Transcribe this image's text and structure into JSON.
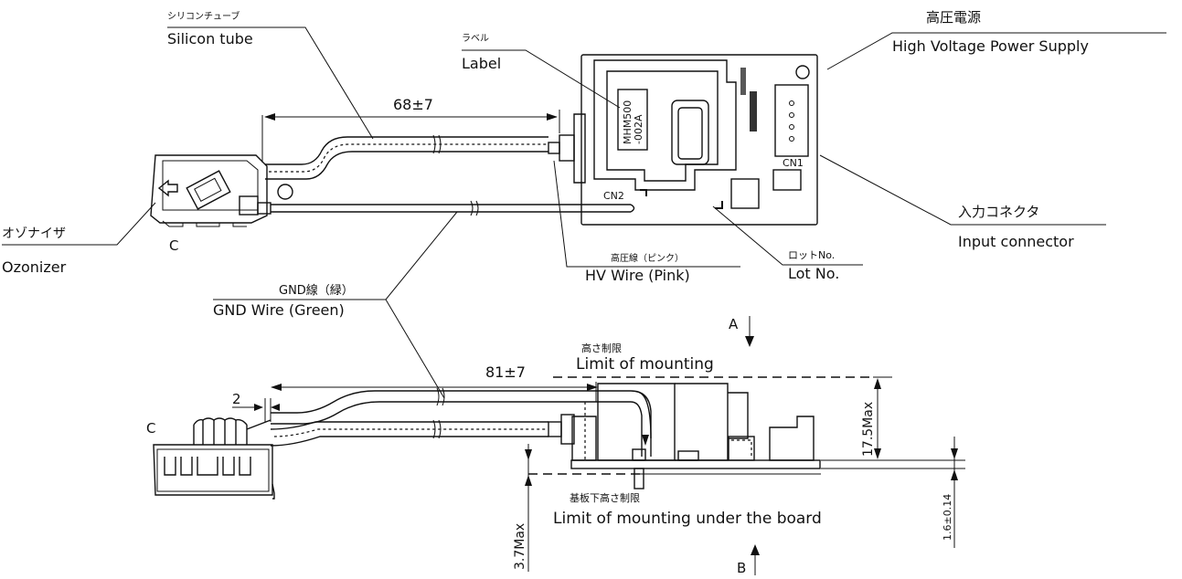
{
  "labels": {
    "silicon_tube_jp": "シリコンチューブ",
    "silicon_tube_en": "Silicon tube",
    "label_jp": "ラベル",
    "label_en": "Label",
    "hv_supply_jp": "高圧電源",
    "hv_supply_en": "High Voltage Power Supply",
    "input_connector_jp": "入力コネクタ",
    "input_connector_en": "Input connector",
    "ozonizer_jp": "オゾナイザ",
    "ozonizer_en": "Ozonizer",
    "gnd_wire_jp": "GND線（緑）",
    "gnd_wire_en": "GND Wire (Green)",
    "hv_wire_jp": "高圧線（ピンク）",
    "hv_wire_en": "HV Wire (Pink)",
    "lot_no_jp": "ロットNo.",
    "lot_no_en": "Lot No.",
    "limit_mount_jp": "高さ制限",
    "limit_mount_en": "Limit of mounting",
    "limit_under_jp": "基板下高さ制限",
    "limit_under_en": "Limit of mounting under the board",
    "view_a": "A",
    "view_b": "B",
    "ref_c_top": "C",
    "ref_c_side": "C",
    "cn1": "CN1",
    "cn2": "CN2",
    "board_label": "MHM500\n-002A"
  },
  "dimensions": {
    "top_length": "68±7",
    "side_length": "81±7",
    "gap": "2",
    "max_height": "17.5Max",
    "under_height": "3.7Max",
    "board_thickness": "1.6±0.14"
  }
}
